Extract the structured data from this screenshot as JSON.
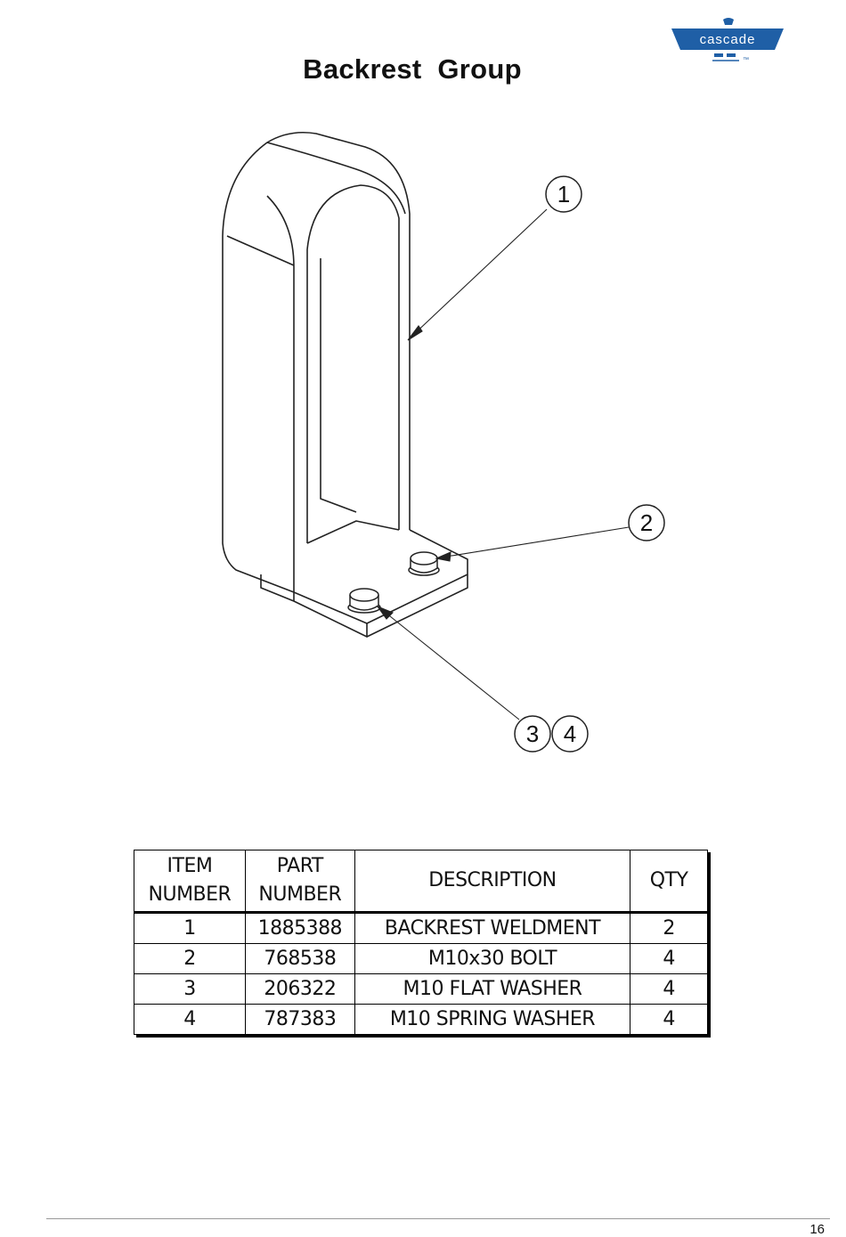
{
  "header": {
    "title": "Backrest  Group",
    "logo_text": "cascade",
    "logo_mark": "™"
  },
  "drawing": {
    "callouts": [
      "1",
      "2",
      "3",
      "4"
    ]
  },
  "parts_table": {
    "headers": {
      "item_line1": "ITEM",
      "item_line2": "NUMBER",
      "part_line1": "PART",
      "part_line2": "NUMBER",
      "description": "DESCRIPTION",
      "qty": "QTY"
    },
    "rows": [
      {
        "item": "1",
        "part": "1885388",
        "description": "BACKREST WELDMENT",
        "qty": "2"
      },
      {
        "item": "2",
        "part": "768538",
        "description": "M10x30 BOLT",
        "qty": "4"
      },
      {
        "item": "3",
        "part": "206322",
        "description": "M10 FLAT WASHER",
        "qty": "4"
      },
      {
        "item": "4",
        "part": "787383",
        "description": "M10 SPRING WASHER",
        "qty": "4"
      }
    ]
  },
  "footer": {
    "page_number": "16"
  },
  "colors": {
    "logo_blue": "#1f5fa6"
  }
}
